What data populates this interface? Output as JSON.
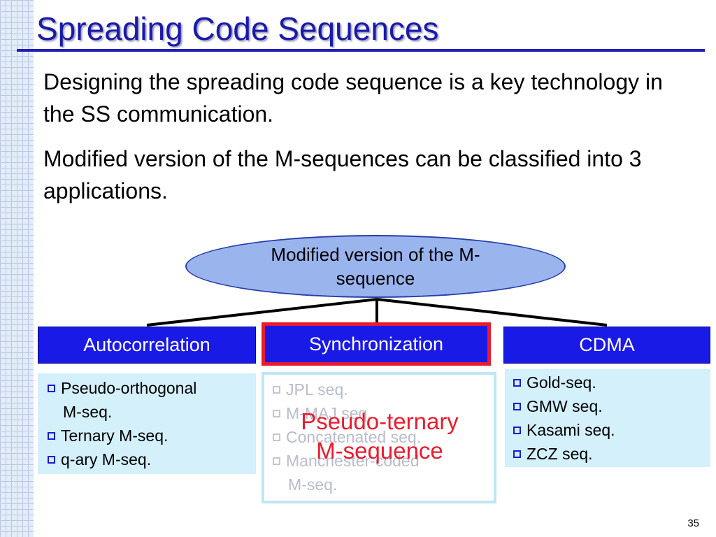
{
  "slide": {
    "title": "Spreading Code Sequences",
    "paragraphs": [
      "Designing the spreading code sequence is a key technology in the SS communication.",
      "Modified version of the M-sequences can be classified into 3 applications."
    ],
    "root": "Modified version of the M-sequence",
    "categories": [
      {
        "header": "Autocorrelation",
        "items": [
          "Pseudo-orthogonal",
          "M-seq.",
          "Ternary M-seq.",
          "q-ary M-seq."
        ]
      },
      {
        "header": "Synchronization",
        "items": [
          "JPL seq.",
          "M-MAJ seq.",
          "Concatenated seq.",
          "Manchester-coded",
          "M-seq."
        ],
        "overlay": [
          "Pseudo-ternary",
          "M-sequence"
        ]
      },
      {
        "header": "CDMA",
        "items": [
          "Gold-seq.",
          "GMW seq.",
          "Kasami seq.",
          "ZCZ seq."
        ]
      }
    ],
    "page_number": "35",
    "colors": {
      "title": "#1a1aa8",
      "header_bg": "#1a1ae6",
      "highlight": "#e81c2e",
      "panel_bg": "#d3f0fb",
      "ellipse_bg": "#9ab4ee"
    }
  }
}
